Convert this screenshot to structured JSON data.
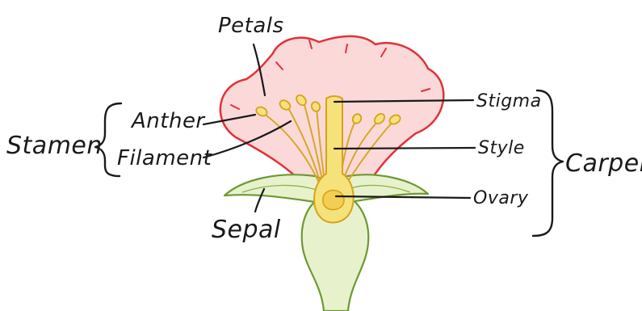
{
  "labels": {
    "petals": "Petals",
    "anther": "Anther",
    "filament": "Filament",
    "stamen": "Stamen",
    "sepal": "Sepal",
    "stigma": "Stigma",
    "style": "Style",
    "ovary": "Ovary",
    "carpel": "Carpel"
  },
  "colors": {
    "petal_fill": "#fbd9d9",
    "petal_outline": "#e0323a",
    "stem_fill": "#e7f2cd",
    "stem_outline": "#6d9a32",
    "carpel_fill": "#f6e27a",
    "carpel_outline": "#d7a21d",
    "stamen_line": "#d8a826",
    "text": "#1a1a1a"
  }
}
